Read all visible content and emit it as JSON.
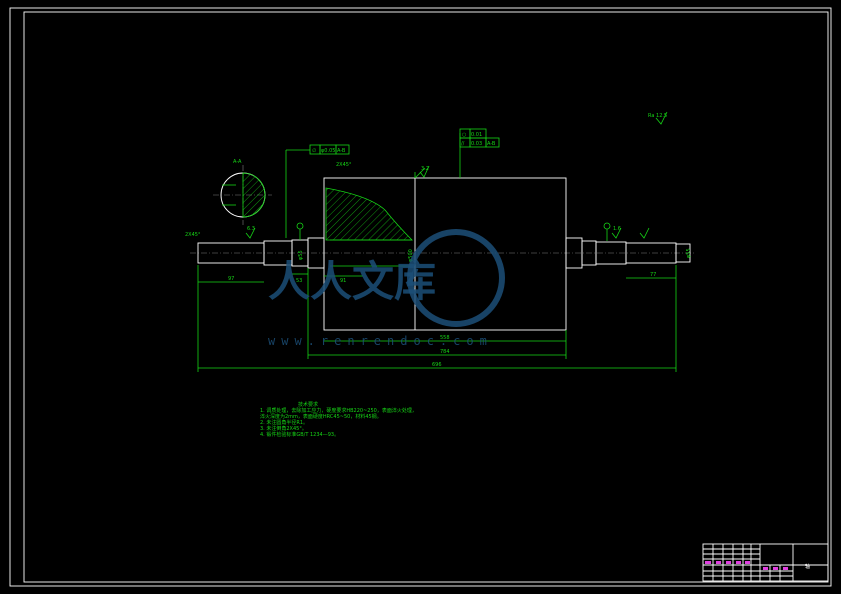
{
  "drawing": {
    "section_label": "A-A",
    "dimensions": {
      "overall_length": "696",
      "main_length": "784",
      "body_length": "558",
      "left_journal": "97",
      "right_journal": "77",
      "chamfer_left": "2X45°",
      "chamfer_body": "2X45°",
      "small_53": "53",
      "small_91": "91",
      "diam_right": "φ55",
      "diam_body": "φ500",
      "diam_left": "φ55"
    },
    "tolerance_frames": {
      "frame_1": [
        "∅",
        "φ0.05",
        "A-B"
      ],
      "frame_2a": [
        "○",
        "0.01"
      ],
      "frame_2b": [
        "//",
        "0.03",
        "A-B"
      ]
    },
    "roughness": {
      "top_right": "Ra 12.5",
      "r_1": "6.3",
      "r_2": "3.2",
      "r_3": "1.6"
    },
    "notes": {
      "title": "技术要求",
      "lines": [
        "1. 调质处理，去除加工应力，硬度要求HB220~250，表面淬火处理，",
        "   淬火深度为2mm，表面硬度HRC45~50，材料45钢。",
        "2. 未注圆角半径R1。",
        "3. 未注倒角2X45°。",
        "4. 锻件检验标准GB/T 1234—93。"
      ]
    }
  },
  "title_block": {
    "label": "轴"
  },
  "watermark": {
    "text": "人人文库",
    "url": "www.renrendoc.com"
  },
  "colors": {
    "lines": "#16d516",
    "outline": "#ffffff",
    "centerline": "#7d7d7d",
    "table_text": "#e040e0",
    "watermark": "#1c4f78"
  }
}
